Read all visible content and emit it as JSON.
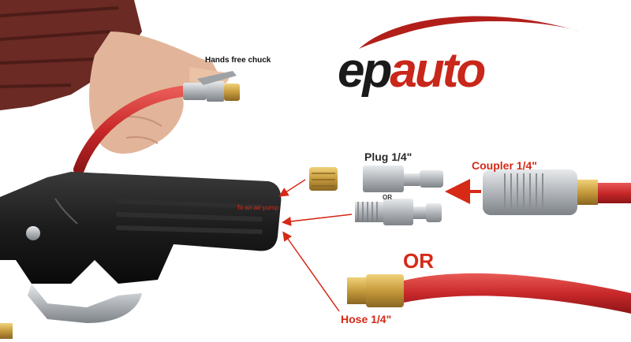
{
  "brand": {
    "part1": "ep",
    "part2": "auto"
  },
  "labels": {
    "hands_free_chuck": "Hands free chuck",
    "plug": "Plug 1/4\"",
    "or_small": "OR",
    "coupler": "Coupler 1/4\"",
    "to_air_pump": "To an air pump",
    "or_big": "OR",
    "hose": "Hose 1/4\""
  },
  "colors": {
    "accent_red": "#d62916",
    "hose_red": "#c8282a",
    "gun_black": "#1c1c1c",
    "brass": "#c9a24a",
    "steel": "#b8bcc0"
  }
}
